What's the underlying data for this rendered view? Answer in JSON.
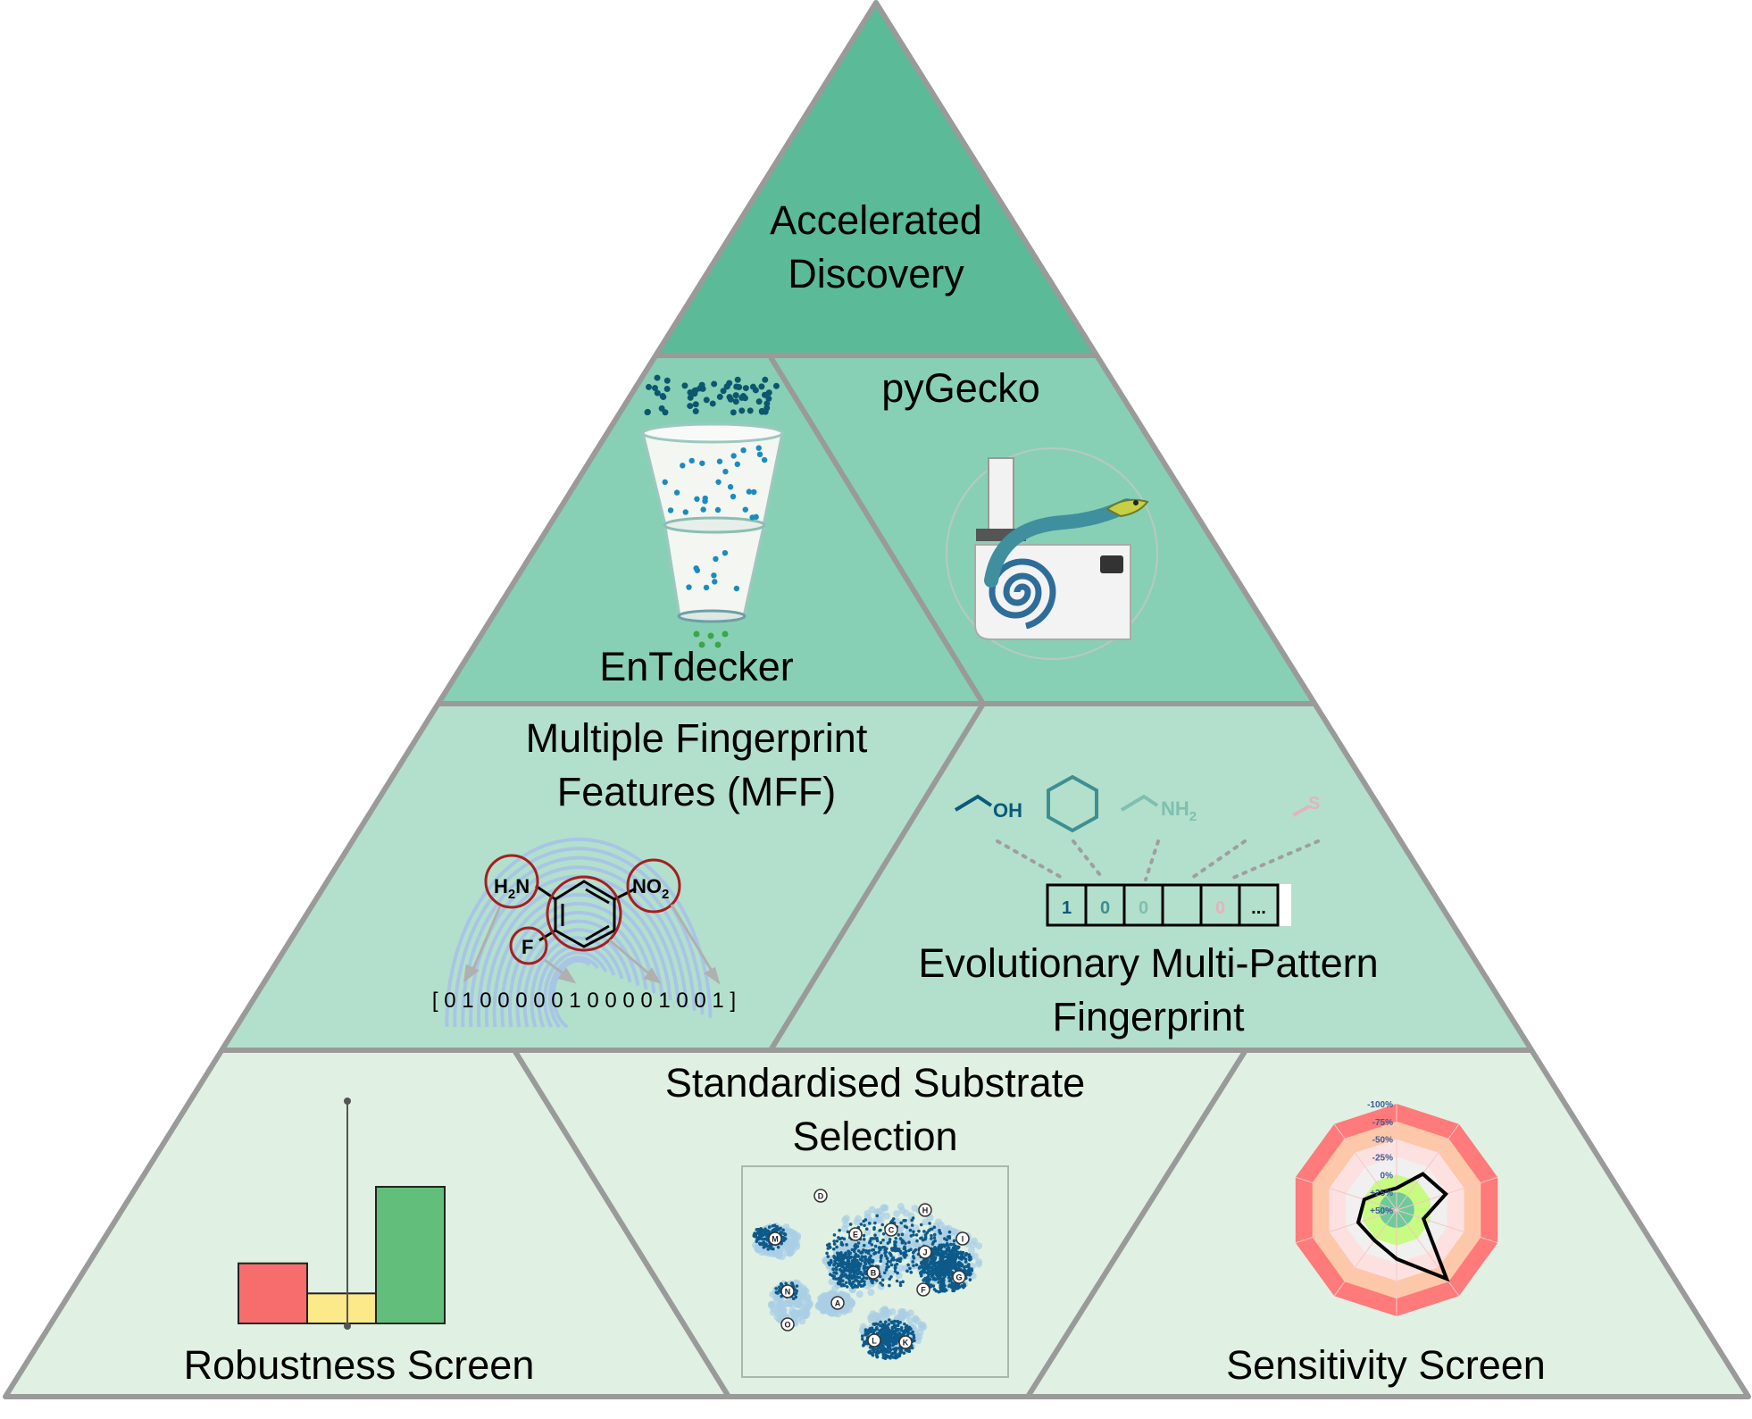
{
  "tiers": {
    "top": {
      "line1": "Accelerated",
      "line2": "Discovery"
    },
    "second": {
      "entdecker": "EnTdecker",
      "pygecko": "pyGecko"
    },
    "third": {
      "mff_line1": "Multiple Fingerprint",
      "mff_line2": "Features (MFF)",
      "empf_line1": "Evolutionary Multi-Pattern",
      "empf_line2": "Fingerprint"
    },
    "bottom": {
      "robustness": "Robustness Screen",
      "substrate_line1": "Standardised Substrate",
      "substrate_line2": "Selection",
      "sensitivity": "Sensitivity Screen"
    }
  },
  "mff": {
    "groups": {
      "amine": "H",
      "amine_sub": "2",
      "amine_n": "N",
      "nitro": "NO",
      "nitro_sub": "2",
      "fluoro": "F"
    },
    "bit_string": "[ 0 1 0 0 0 0 0 1 0 0 0 0 1 0 0 1 ]"
  },
  "empf": {
    "fragments": {
      "oh": "OH",
      "nh": "NH",
      "nh_sub": "2",
      "s": "S"
    },
    "bits": [
      {
        "value": "1",
        "color": "#0b5a7c"
      },
      {
        "value": "0",
        "color": "#3e8f92"
      },
      {
        "value": "0",
        "color": "#7fbfb0"
      },
      {
        "value": "",
        "color": "#b3e0cc"
      },
      {
        "value": "0",
        "color": "#e3b3bf"
      },
      {
        "value": "...",
        "color": "#000000"
      }
    ]
  },
  "robustness": {
    "bars": [
      {
        "relative_height": 0.44,
        "color": "#f76d6d"
      },
      {
        "relative_height": 0.22,
        "color": "#fbe98a"
      },
      {
        "relative_height": 1.0,
        "color": "#62bf7b"
      }
    ]
  },
  "substrate_map": {
    "labels": [
      "A",
      "B",
      "C",
      "D",
      "E",
      "F",
      "G",
      "H",
      "I",
      "J",
      "K",
      "L",
      "M",
      "N",
      "O"
    ]
  },
  "sensitivity": {
    "ring_labels": [
      "-100%",
      "-75%",
      "-50%",
      "-25%",
      "0%",
      "+25%",
      "+50%"
    ],
    "ring_values": [
      -100,
      -75,
      -50,
      -25,
      0,
      25,
      50
    ],
    "ring_colors": [
      "#ff7a7a",
      "#fdc8aa",
      "#fde1e1",
      "#f0f0f0",
      "#c8fb82",
      "#6dcb9b"
    ],
    "axes_values": [
      19,
      -13,
      -23,
      10,
      -70,
      -19,
      -3,
      -7,
      2,
      18
    ]
  },
  "colors": {
    "tier1": "#5bba97",
    "tier2": "#88d0b5",
    "tier3": "#b3e0cc",
    "tier4": "#e0f1e3",
    "border": "#9a9a9a"
  }
}
